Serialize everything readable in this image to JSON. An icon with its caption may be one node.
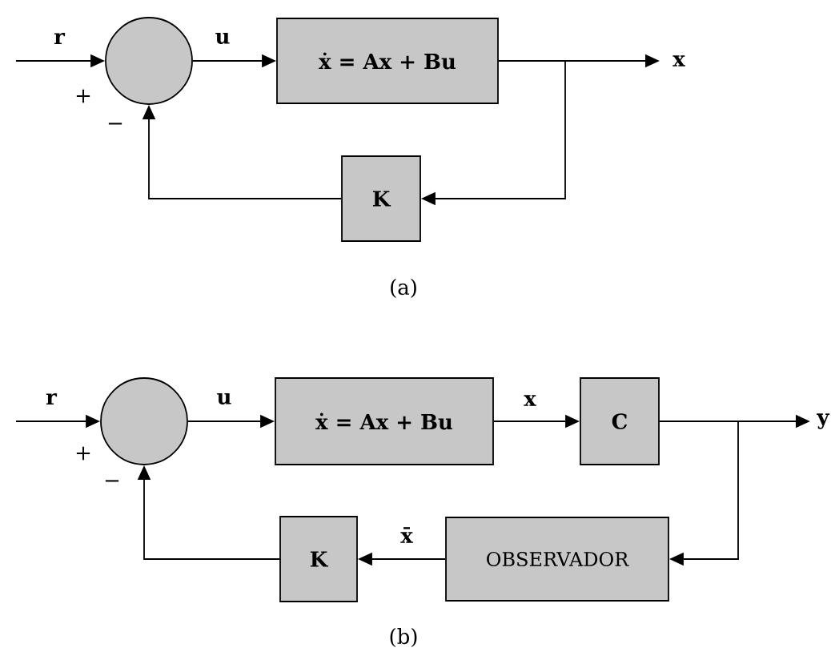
{
  "diagram": {
    "nodes": [
      {
        "text": [],
        "shape": "circle"
      },
      {
        "text": [
          "ẋ = Ax + Bu"
        ]
      },
      {
        "text": [
          "K"
        ]
      },
      {
        "text": [],
        "shape": "circle"
      },
      {
        "text": [
          "ẋ = Ax + Bu"
        ]
      },
      {
        "text": [
          "C"
        ]
      },
      {
        "text": [
          "K"
        ]
      },
      {
        "text": [
          "OBSERVADOR"
        ]
      }
    ],
    "edges": [
      {
        "from": null,
        "to": 0,
        "arrow": "to",
        "label": "r"
      },
      {
        "from": 0,
        "to": 1,
        "arrow": "to",
        "label": "u"
      },
      {
        "from": 1,
        "to": null,
        "arrow": "to",
        "label": "x"
      },
      {
        "from": 1,
        "to": 2,
        "arrow": "to"
      },
      {
        "from": 2,
        "to": 0,
        "arrow": "to"
      },
      {
        "from": null,
        "to": 3,
        "arrow": "to",
        "label": "r"
      },
      {
        "from": 3,
        "to": 4,
        "arrow": "to",
        "label": "u"
      },
      {
        "from": 4,
        "to": 5,
        "arrow": "to",
        "label": "x"
      },
      {
        "from": 5,
        "to": null,
        "arrow": "to",
        "label": "y"
      },
      {
        "from": 5,
        "to": 7,
        "arrow": "to"
      },
      {
        "from": 7,
        "to": 6,
        "arrow": "to",
        "label": "x̄"
      },
      {
        "from": 6,
        "to": 3,
        "arrow": "to"
      }
    ],
    "labels": [
      "+",
      "−",
      "(a)",
      "+",
      "−",
      "(b)"
    ]
  }
}
